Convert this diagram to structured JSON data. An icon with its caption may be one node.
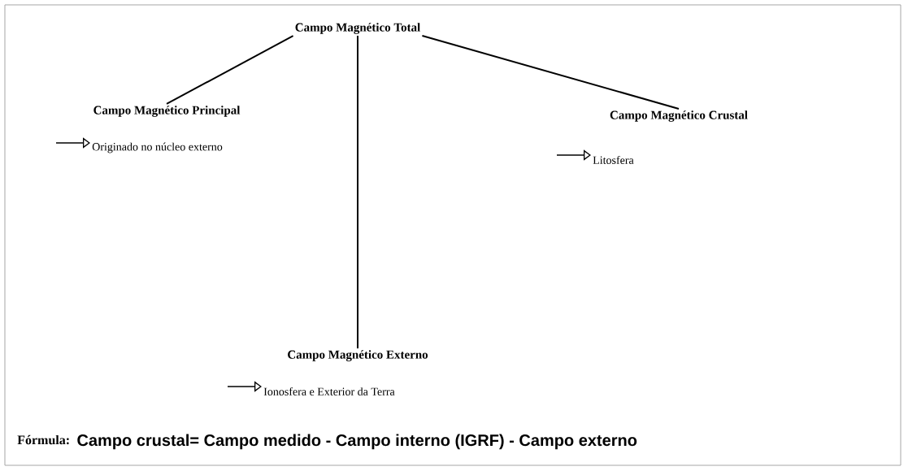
{
  "diagram": {
    "nodes": [
      {
        "text": [
          "Campo Magnético Total"
        ]
      },
      {
        "text": [
          "Campo Magnético Principal"
        ]
      },
      {
        "text": [
          "Campo Magnético Crustal"
        ]
      },
      {
        "text": [
          "Campo Magnético Externo"
        ]
      },
      {
        "text": [
          "Originado no núcleo externo"
        ]
      },
      {
        "text": [
          "Litosfera"
        ]
      },
      {
        "text": [
          "Ionosfera e Exterior da Terra"
        ]
      }
    ],
    "edges": [
      {
        "from": 0,
        "to": 1,
        "arrow": "none"
      },
      {
        "from": 0,
        "to": 2,
        "arrow": "none"
      },
      {
        "from": 0,
        "to": 3,
        "arrow": "none"
      },
      {
        "from": null,
        "to": 4,
        "arrow": "to"
      },
      {
        "from": null,
        "to": 5,
        "arrow": "to"
      },
      {
        "from": null,
        "to": 6,
        "arrow": "to"
      }
    ],
    "labels": [
      "Fórmula:",
      "Campo crustal= Campo medido - Campo interno (IGRF) - Campo externo"
    ]
  }
}
